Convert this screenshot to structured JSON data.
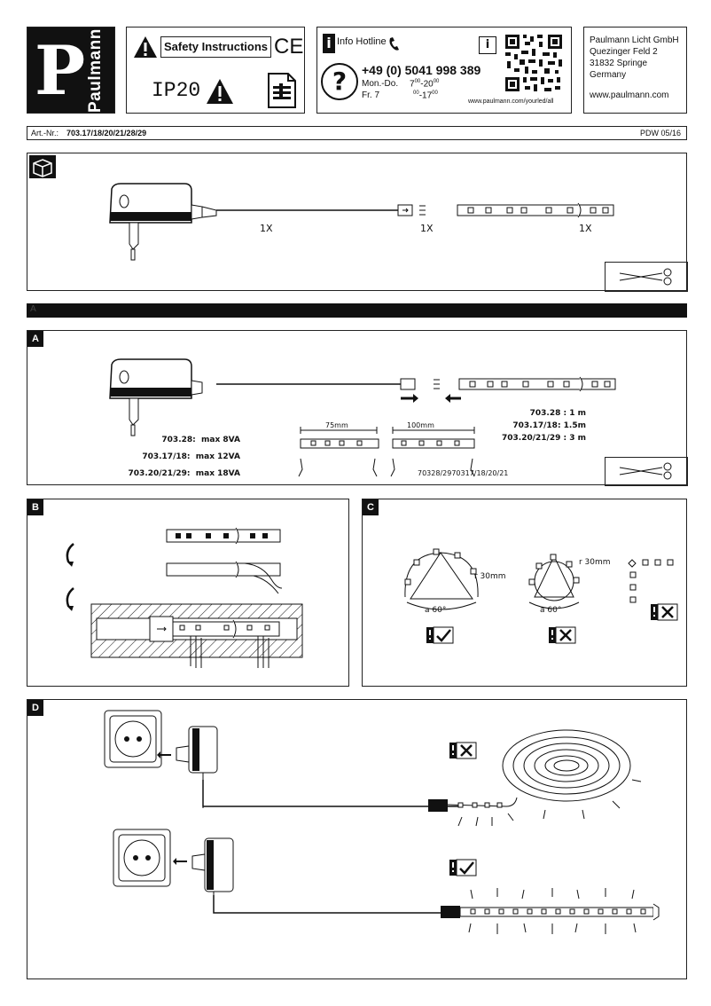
{
  "logo": {
    "letter": "P",
    "brand": "Paulmann"
  },
  "safety": {
    "title": "Safety Instructions",
    "ce": "CE",
    "ip": "IP20"
  },
  "hotline": {
    "label": "Info Hotline",
    "phone": "+49 (0) 5041 998 389",
    "row1_days": "Mon.-Do.",
    "row1_from": "7",
    "row1_from_sup": "00",
    "row1_to": "-20",
    "row1_to_sup": "00",
    "row2_days": "Fr.",
    "row2_num": "7",
    "row2_from_sup": "00",
    "row2_to": "-17",
    "row2_to_sup": "00",
    "url": "www.paulmann.com/yourled/all"
  },
  "address": {
    "company": "Paulmann Licht GmbH",
    "street": "Quezinger Feld  2",
    "city": "31832 Springe",
    "country": "Germany",
    "web": "www.paulmann.com"
  },
  "artline": {
    "label": "Art.-Nr.:",
    "numbers": "703.17/18/20/21/28/29",
    "version": "PDW 05/16"
  },
  "contents": {
    "qty1": "1X",
    "qty2": "1X",
    "qty3": "1X"
  },
  "bar_label": "A",
  "sectionA": {
    "tag": "A",
    "power": [
      {
        "model": "703.28",
        "value": "max 8VA"
      },
      {
        "model": "703.17/18",
        "value": "max 12VA"
      },
      {
        "model": "703.20/21/29",
        "value": "max 18VA"
      }
    ],
    "lengths": [
      {
        "model": "703.28",
        "value": "1 m"
      },
      {
        "model": "703.17/18",
        "value": "1.5m"
      },
      {
        "model": "703.20/21/29",
        "value": "3 m"
      }
    ],
    "dim1": "75mm",
    "dim2": "100mm",
    "models_note": "70328/2970317/18/20/21"
  },
  "sectionB": {
    "tag": "B"
  },
  "sectionC": {
    "tag": "C",
    "radius1": "r 30mm",
    "radius2": "r 30mm",
    "angle1": "a 60°",
    "angle2": "a 60°"
  },
  "sectionD": {
    "tag": "D"
  }
}
